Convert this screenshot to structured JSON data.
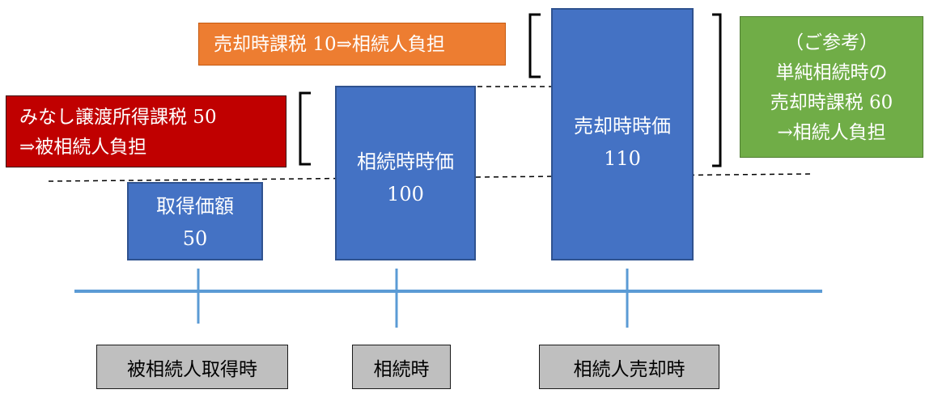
{
  "bars": {
    "acquisition": {
      "title": "取得価額",
      "value": "50"
    },
    "inheritance": {
      "title": "相続時時価",
      "value": "100"
    },
    "sale": {
      "title": "売却時時価",
      "value": "110"
    }
  },
  "notes": {
    "sale_tax": "売却時課税 10⇒相続人負担",
    "deemed_tax_line1": "みなし譲渡所得課税 50",
    "deemed_tax_line2": "⇒被相続人負担",
    "reference_line1": "（ご参考）",
    "reference_line2": "単純相続時の",
    "reference_line3": "売却時課税 60",
    "reference_line4": "→相続人負担"
  },
  "timeline": {
    "labels": [
      "被相続人取得時",
      "相続時",
      "相続人売却時"
    ]
  },
  "colors": {
    "bar_fill": "#4472c4",
    "bar_border": "#2f528f",
    "sale_tax_box": "#ed7d31",
    "deemed_tax_box": "#c00000",
    "reference_box": "#70ad47",
    "timeline": "#5b9bd5",
    "label_box": "#bfbfbf"
  }
}
